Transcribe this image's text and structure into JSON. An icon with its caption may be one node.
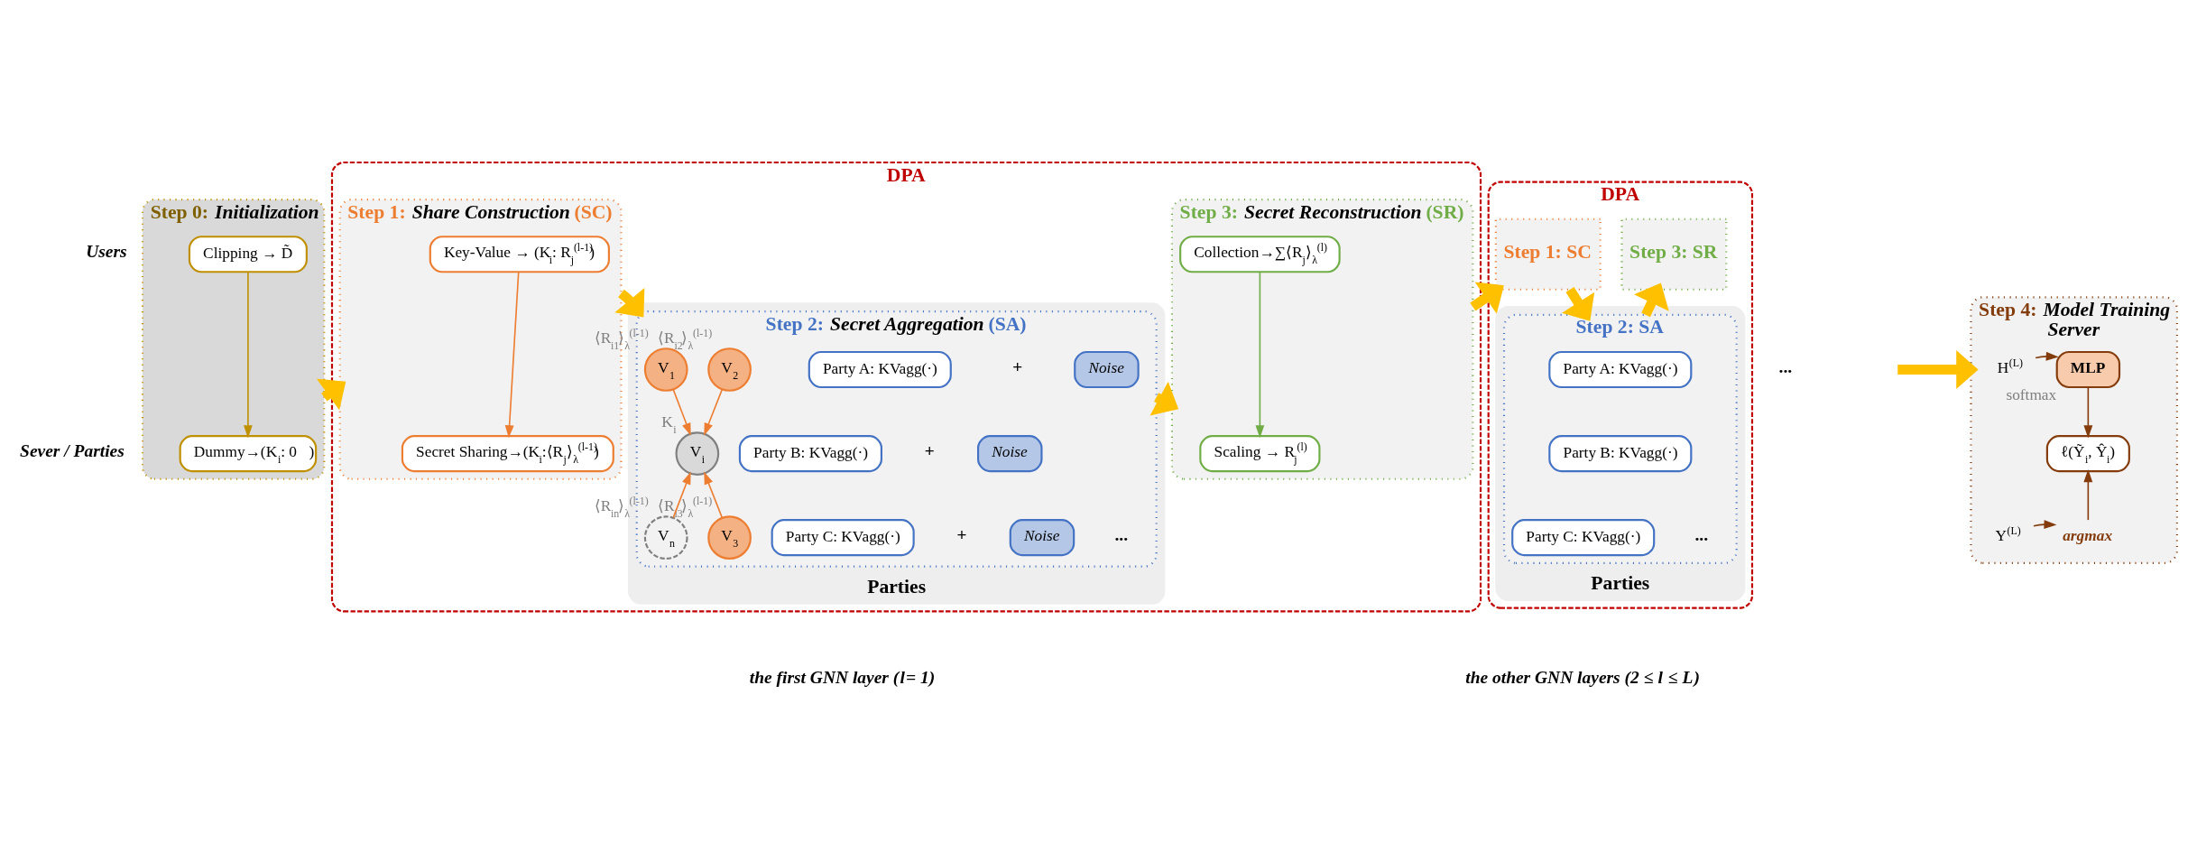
{
  "diagram": {
    "nodes": [
      {
        "text": [
          "Step 0: *Initialization*"
        ]
      },
      {
        "text": [
          "Clipping → D̃"
        ],
        "in": 0
      },
      {
        "text": [
          "Dummy→(K$_{i}$: 0⃗)"
        ],
        "in": 0
      },
      {
        "text": [
          "DPA"
        ]
      },
      {
        "text": [
          "Step 1: *Share Construction* (SC)"
        ],
        "in": 3
      },
      {
        "text": [
          "Key-Value → (K$_{i}$: R$_{j}$$^{(l-1)}$)"
        ],
        "in": 4
      },
      {
        "text": [
          "Secret Sharing→(K$_{i}$:⟨R$_{j}$⟩$_{λ}$$^{(l-1)}$)"
        ],
        "in": 4
      },
      {
        "text": [
          "Step 3: *Secret Reconstruction* (SR)"
        ],
        "in": 3
      },
      {
        "text": [
          "Collection→∑⟨R$_{j}$⟩$_{λ}$$^{(l)}$"
        ],
        "in": 7
      },
      {
        "text": [
          "Scaling → R$_{j}$$^{(l)}$"
        ],
        "in": 7
      },
      {
        "text": [
          "Parties"
        ],
        "in": 3
      },
      {
        "text": [
          "Step 2: *Secret Aggregation* (SA)"
        ],
        "in": 10
      },
      {
        "text": [
          "V$_{1}$"
        ],
        "in": 11,
        "beside": [
          "⟨R$_{i1}$⟩$_{λ}$$^{(l-1)}$"
        ]
      },
      {
        "text": [
          "V$_{2}$"
        ],
        "in": 11,
        "beside": [
          "⟨R$_{i2}$⟩$_{λ}$$^{(l-1)}$"
        ]
      },
      {
        "text": [
          "V$_{i}$"
        ],
        "in": 11,
        "beside": [
          "K$_{i}$"
        ]
      },
      {
        "text": [
          "V$_{3}$"
        ],
        "in": 11,
        "beside": [
          "⟨R$_{i3}$⟩$_{λ}$$^{(l-1)}$"
        ]
      },
      {
        "text": [
          "V$_{n}$"
        ],
        "in": 11,
        "beside": [
          "⟨R$_{in}$⟩$_{λ}$$^{(l-1)}$"
        ]
      },
      {
        "text": [
          "Party A: KVagg(·)"
        ],
        "in": 11
      },
      {
        "text": [
          "Noise"
        ],
        "in": 11
      },
      {
        "text": [
          "Party B: KVagg(·)"
        ],
        "in": 11
      },
      {
        "text": [
          "Noise"
        ],
        "in": 11
      },
      {
        "text": [
          "Party C: KVagg(·)"
        ],
        "in": 11
      },
      {
        "text": [
          "Noise"
        ],
        "in": 11
      },
      {
        "text": [
          "DPA"
        ]
      },
      {
        "text": [
          "Step 1: SC"
        ],
        "in": 23
      },
      {
        "text": [
          "Step 3: SR"
        ],
        "in": 23
      },
      {
        "text": [
          "Parties"
        ],
        "in": 23
      },
      {
        "text": [
          "Step 2: SA"
        ],
        "in": 26
      },
      {
        "text": [
          "Party A: KVagg(·)"
        ],
        "in": 27
      },
      {
        "text": [
          "Party B: KVagg(·)"
        ],
        "in": 27
      },
      {
        "text": [
          "Party C: KVagg(·)"
        ],
        "in": 27
      },
      {
        "text": [
          "Step 4: *Model Training*",
          "Server"
        ]
      },
      {
        "text": [
          "H$^{(L)}$"
        ],
        "in": 31
      },
      {
        "text": [
          "MLP"
        ],
        "in": 31,
        "beside": [
          "softmax"
        ]
      },
      {
        "text": [
          "ℓ(Ỹ$_{i}$, Ŷ$_{i}$)"
        ],
        "in": 31
      },
      {
        "text": [
          "Y$^{(L)}$"
        ],
        "in": 31
      },
      {
        "text": [
          "argmax"
        ],
        "in": 31
      }
    ],
    "edges": [
      {
        "from": 1,
        "to": 2,
        "arrow": "to",
        "color": "#bf9000"
      },
      {
        "from": 0,
        "to": 4,
        "arrow": "to",
        "style": "thick",
        "color": "#ffc000"
      },
      {
        "from": 5,
        "to": 6,
        "arrow": "to",
        "color": "#ed7d31"
      },
      {
        "from": 8,
        "to": 9,
        "arrow": "to",
        "color": "#70ad47"
      },
      {
        "from": 4,
        "to": 11,
        "arrow": "to",
        "style": "thick",
        "color": "#ffc000"
      },
      {
        "from": 11,
        "to": 7,
        "arrow": "to",
        "style": "thick",
        "color": "#ffc000"
      },
      {
        "from": 12,
        "to": 14,
        "arrow": "to",
        "color": "#ed7d31"
      },
      {
        "from": 13,
        "to": 14,
        "arrow": "to",
        "color": "#ed7d31"
      },
      {
        "from": 15,
        "to": 14,
        "arrow": "to",
        "color": "#ed7d31"
      },
      {
        "from": 16,
        "to": 14,
        "arrow": "to",
        "color": "#ed7d31"
      },
      {
        "from": 7,
        "to": 24,
        "arrow": "to",
        "style": "thick",
        "color": "#ffc000"
      },
      {
        "from": 24,
        "to": 27,
        "arrow": "to",
        "style": "thick",
        "color": "#ffc000"
      },
      {
        "from": 27,
        "to": 25,
        "arrow": "to",
        "style": "thick",
        "color": "#ffc000"
      },
      {
        "from": null,
        "to": 31,
        "arrow": "to",
        "style": "thick",
        "color": "#ffc000"
      },
      {
        "from": 32,
        "to": 33,
        "arrow": "to",
        "color": "#843c0c"
      },
      {
        "from": 33,
        "to": 34,
        "arrow": "to",
        "color": "#843c0c"
      },
      {
        "from": 36,
        "to": 34,
        "arrow": "to",
        "color": "#843c0c"
      },
      {
        "from": 35,
        "to": 36,
        "arrow": "to",
        "color": "#843c0c"
      }
    ],
    "labels": [
      "Users",
      "Sever / Parties",
      "+",
      "+",
      "+",
      "...",
      "...",
      "...",
      "the first GNN layer (*l*= 1)",
      "the other GNN layers (2 ≤ *l* ≤ *L*)"
    ]
  }
}
